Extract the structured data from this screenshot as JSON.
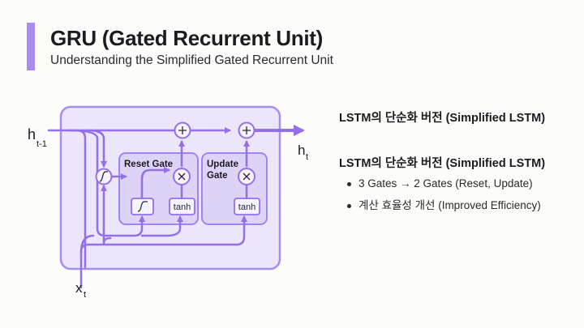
{
  "header": {
    "title": "GRU (Gated Recurrent Unit)",
    "subtitle": "Understanding the Simplified Gated Recurrent Unit",
    "accent_color": "#a88cf0"
  },
  "diagram": {
    "labels": {
      "h_prev_main": "h",
      "h_prev_sub": "t-1",
      "h_out_main": "h",
      "h_out_sub": "t",
      "x_main": "x",
      "x_sub": "t",
      "reset_gate": "Reset Gate",
      "update_gate_line1": "Update",
      "update_gate_line2": "Gate",
      "tanh_reset": "tanh",
      "tanh_update": "tanh",
      "plus_symbol": "+",
      "times_symbol": "×"
    },
    "colors": {
      "line": "#9370e8",
      "cell_fill": "#ece6fb",
      "gate_fill": "#ddd3f7",
      "node_fill": "#f6f2ff"
    }
  },
  "panel": {
    "heading_1": "LSTM의 단순화 버전 (Simplified LSTM)",
    "heading_2": "LSTM의 단순화 버전 (Simplified LSTM)",
    "bullets": [
      "3 Gates → 2 Gates (Reset, Update)",
      "계산 효율성 개선 (Improved Efficiency)"
    ]
  }
}
